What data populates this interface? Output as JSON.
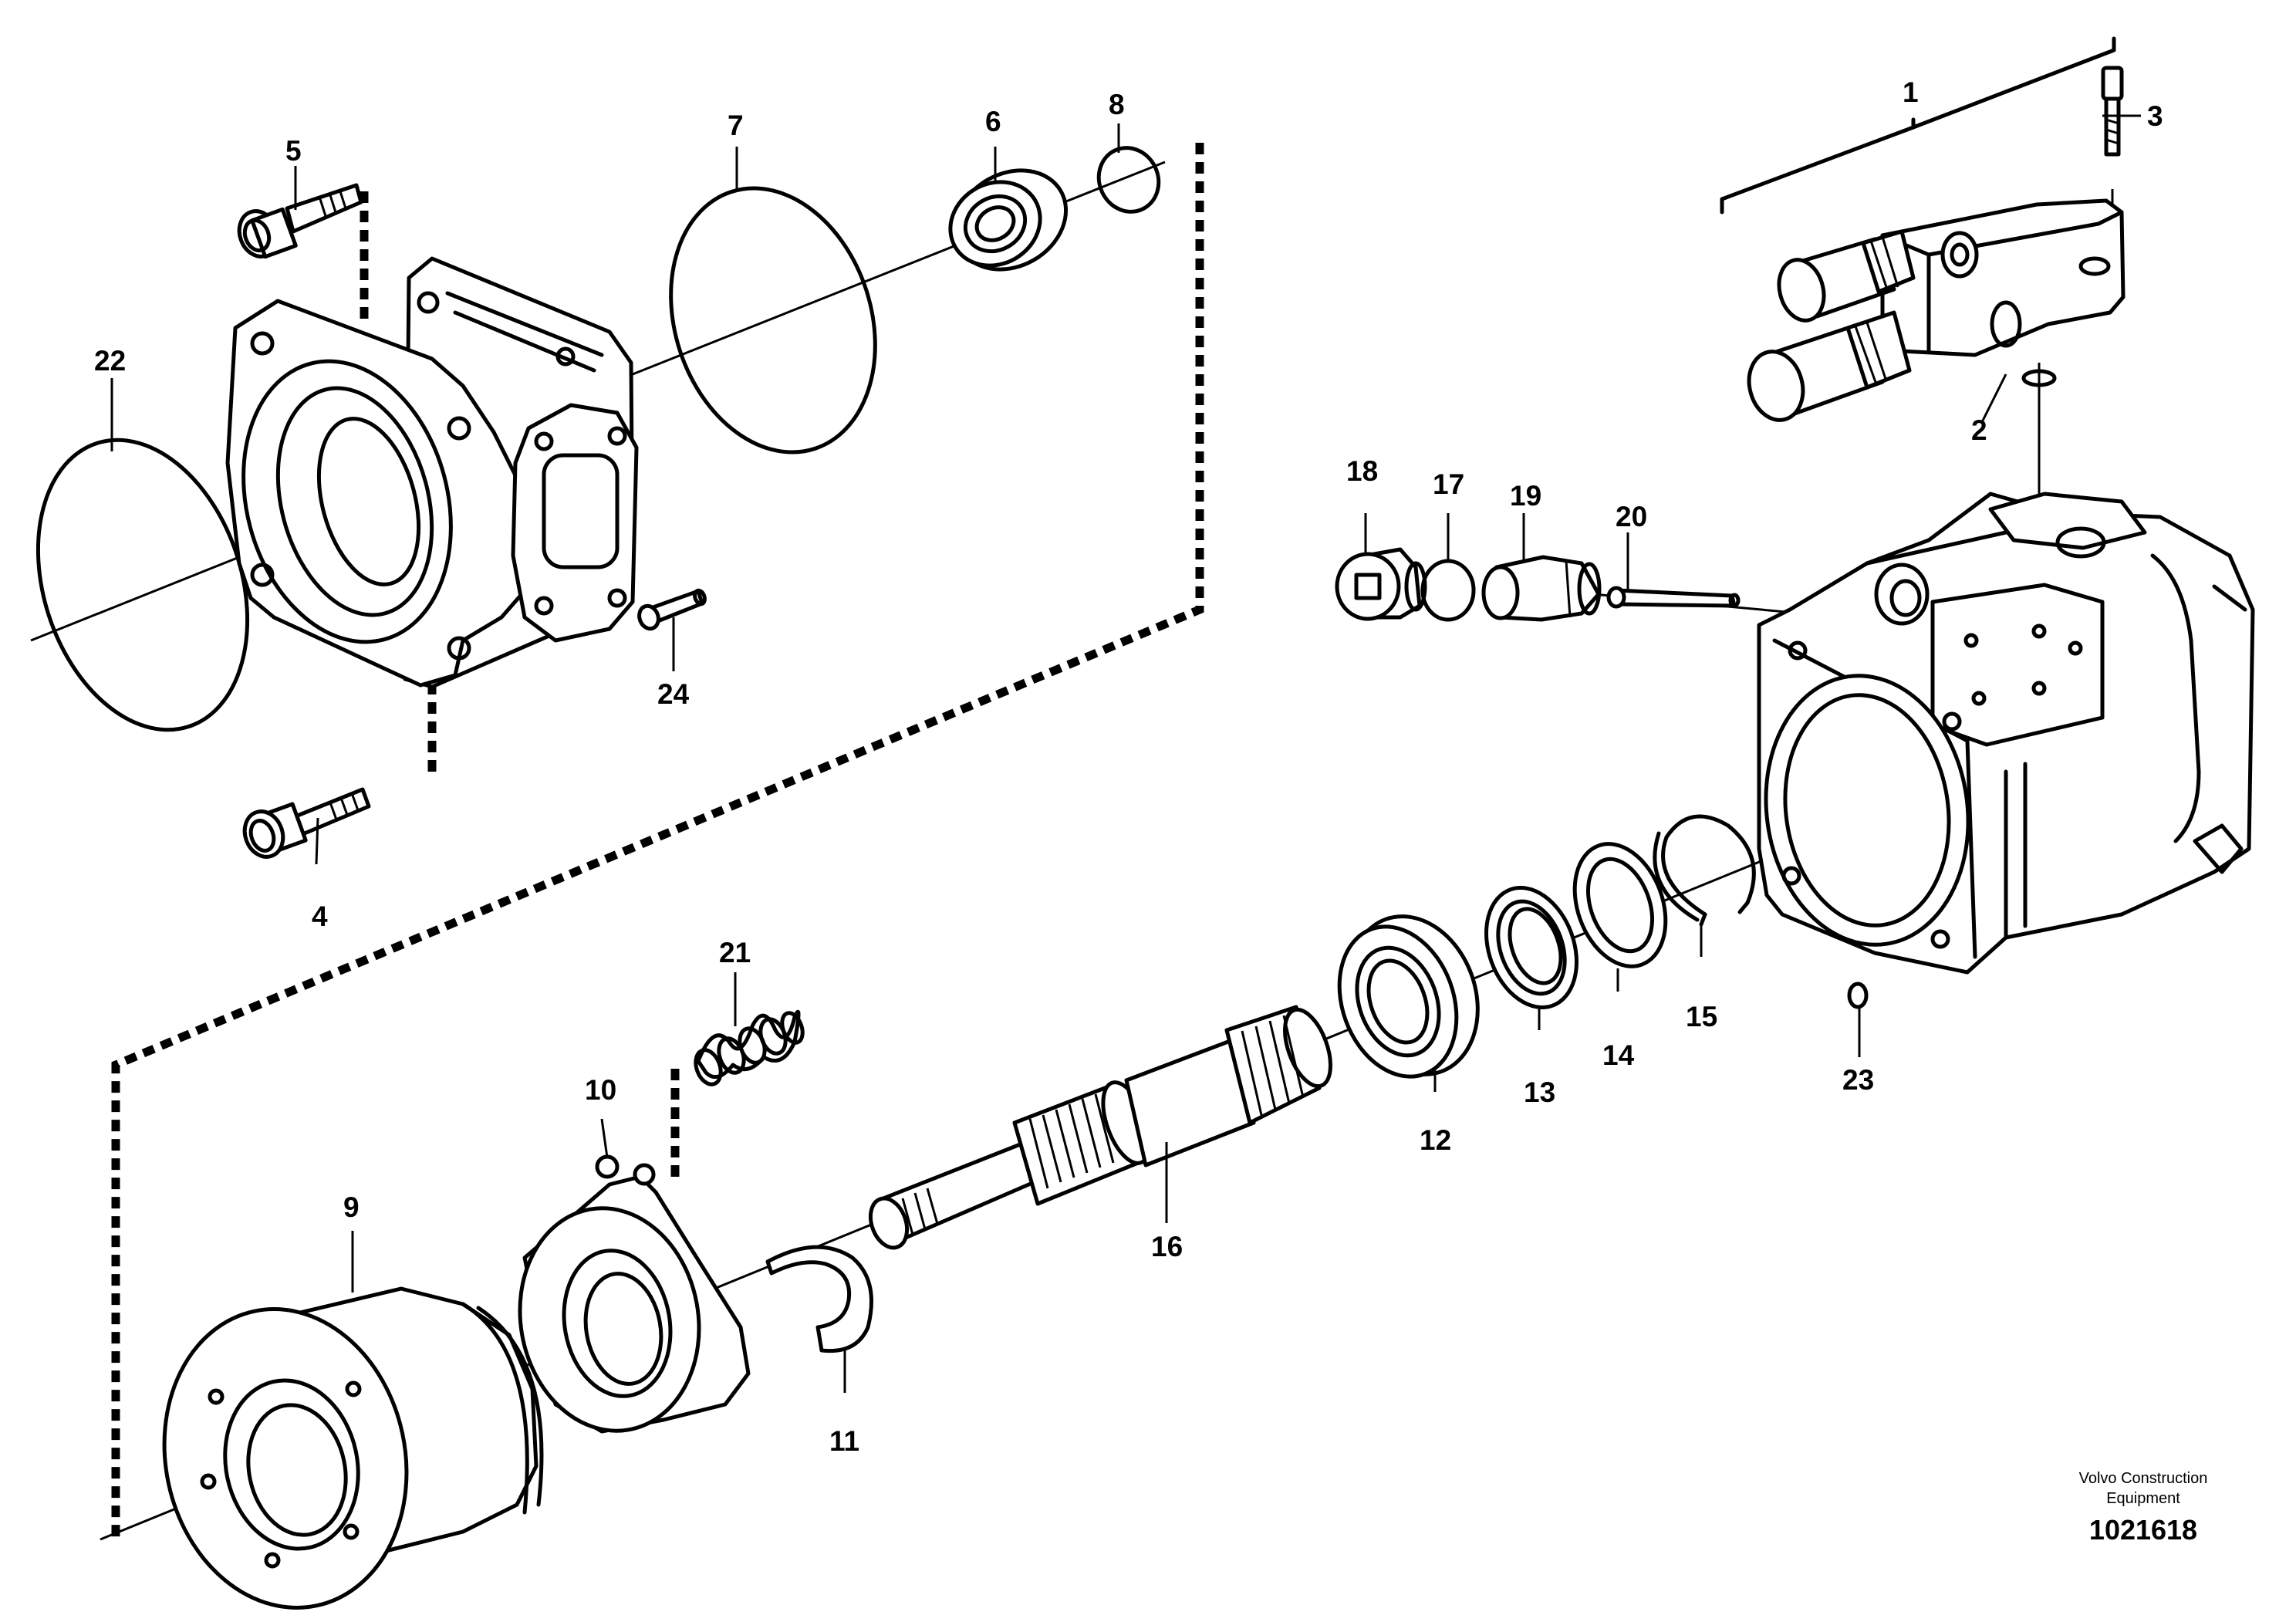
{
  "callouts": {
    "c1": "1",
    "c2": "2",
    "c3": "3",
    "c4": "4",
    "c5": "5",
    "c6": "6",
    "c7": "7",
    "c8": "8",
    "c9": "9",
    "c10": "10",
    "c11": "11",
    "c12": "12",
    "c13": "13",
    "c14": "14",
    "c15": "15",
    "c16": "16",
    "c17": "17",
    "c18": "18",
    "c19": "19",
    "c20": "20",
    "c21": "21",
    "c22": "22",
    "c23": "23",
    "c24": "24"
  },
  "footer": {
    "credit_line1": "Volvo Construction",
    "credit_line2": "Equipment",
    "drawing_number": "1021618"
  }
}
